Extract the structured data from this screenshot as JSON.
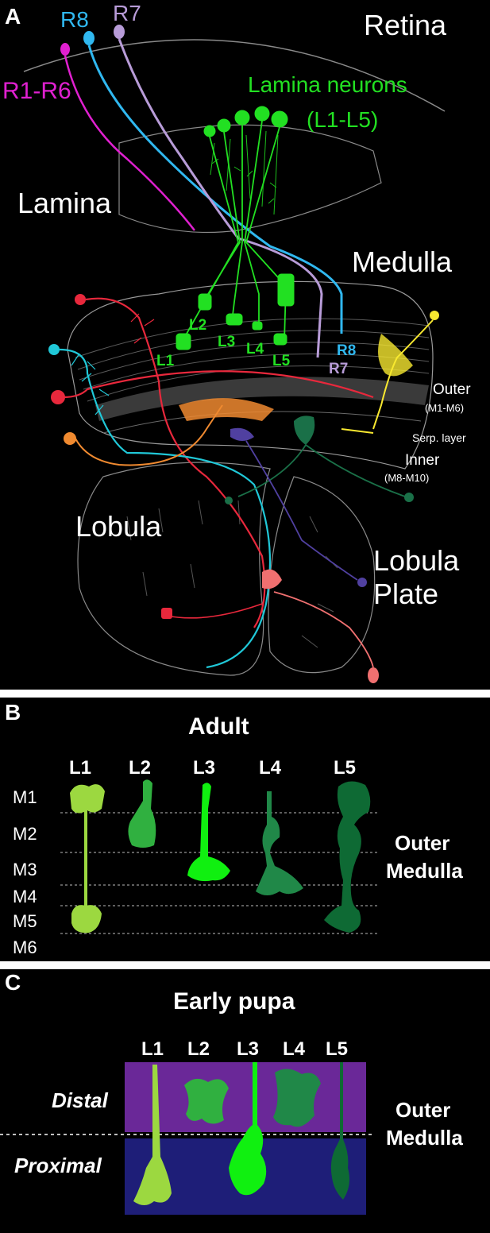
{
  "colors": {
    "r1r6": "#e020d0",
    "r8": "#30b8f0",
    "r7": "#b89cd8",
    "lamina_neuron": "#22e022",
    "red_neuron": "#e8283c",
    "cyan_neuron": "#20c8d8",
    "orange_neuron": "#f08a30",
    "yellow_neuron": "#f8e830",
    "teal_neuron": "#1a7048",
    "navy_neuron": "#5040a0",
    "salmon_neuron": "#f07070",
    "L1": "#9cd840",
    "L2": "#30b040",
    "L3": "#10f010",
    "L4": "#208848",
    "L5": "#0e6a34",
    "distal_band": "#6a2898",
    "proximal_band": "#1e1e78"
  },
  "panelA": {
    "letter": "A",
    "retina": "Retina",
    "lamina": "Lamina",
    "medulla": "Medulla",
    "lobula": "Lobula",
    "lobula_plate_1": "Lobula",
    "lobula_plate_2": "Plate",
    "r1r6": "R1-R6",
    "r8": "R8",
    "r7": "R7",
    "lamina_neurons_1": "Lamina neurons",
    "lamina_neurons_2": "(L1-L5)",
    "l1": "L1",
    "l2": "L2",
    "l3": "L3",
    "l4": "L4",
    "l5": "L5",
    "r8_term": "R8",
    "r7_term": "R7",
    "outer": "Outer",
    "outer_layers": "(M1-M6)",
    "serp": "Serp. layer",
    "inner": "Inner",
    "inner_layers": "(M8-M10)"
  },
  "panelB": {
    "letter": "B",
    "title": "Adult",
    "neurons": [
      "L1",
      "L2",
      "L3",
      "L4",
      "L5"
    ],
    "layers": [
      "M1",
      "M2",
      "M3",
      "M4",
      "M5",
      "M6"
    ],
    "region_1": "Outer",
    "region_2": "Medulla"
  },
  "panelC": {
    "letter": "C",
    "title": "Early pupa",
    "neurons": [
      "L1",
      "L2",
      "L3",
      "L4",
      "L5"
    ],
    "distal": "Distal",
    "proximal": "Proximal",
    "region_1": "Outer",
    "region_2": "Medulla"
  }
}
